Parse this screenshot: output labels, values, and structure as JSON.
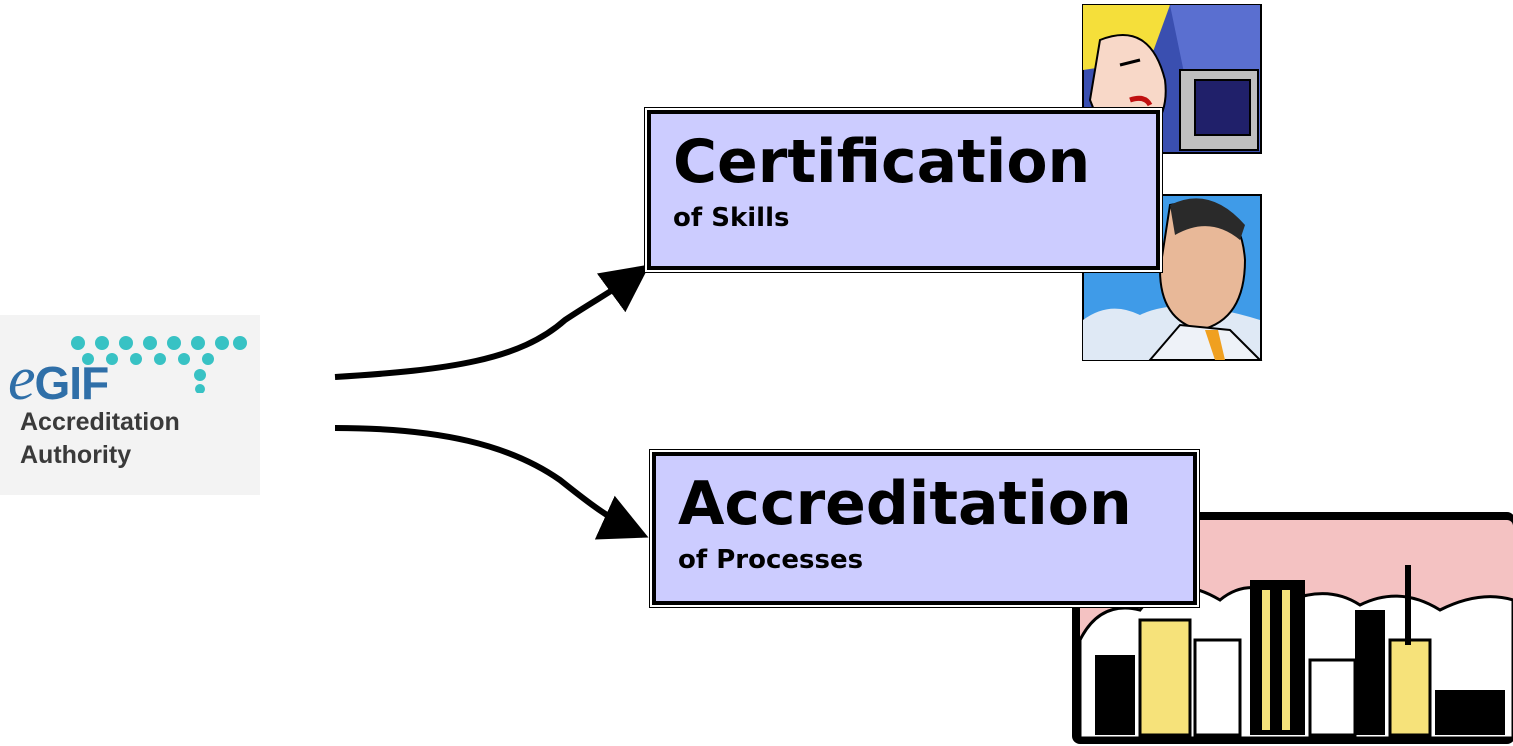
{
  "logo": {
    "prefix": "e",
    "name": "GIF",
    "line1": "Accreditation",
    "line2": "Authority",
    "colors": {
      "wordmark": "#2f6fa8",
      "dots": "#38c2c4",
      "text": "#3a3a3a"
    }
  },
  "boxes": {
    "certification": {
      "title": "Certification",
      "subtitle": "of Skills"
    },
    "accreditation": {
      "title": "Accreditation",
      "subtitle": "of Processes"
    }
  },
  "colors": {
    "box_fill": "#ccccff",
    "city_sky": "#f4c2c2",
    "arrow": "#000000"
  },
  "pictures": [
    "woman-at-computer-clipart",
    "man-clipart",
    "city-skyline-clipart"
  ]
}
